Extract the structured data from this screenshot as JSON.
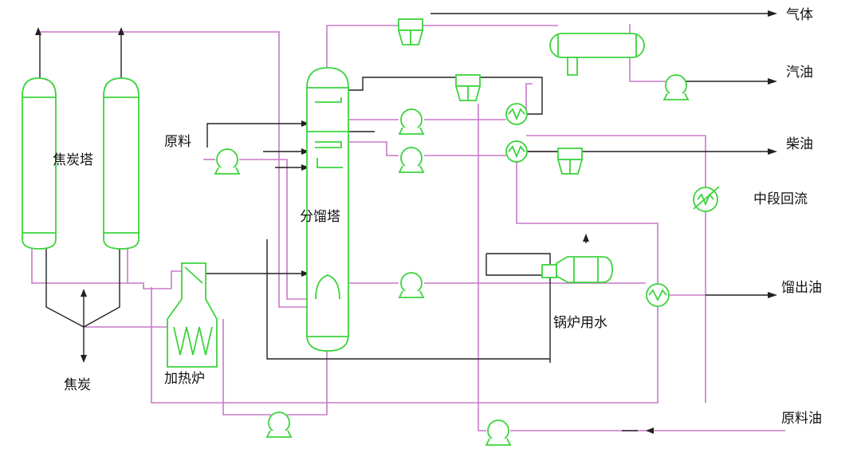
{
  "colors": {
    "equipment": "#3cd43c",
    "pipe": "#c77ac7",
    "line": "#222222",
    "text": "#111111"
  },
  "labels": {
    "coke_tower": "焦炭塔",
    "coke": "焦炭",
    "heating_furnace": "加热炉",
    "feed": "原料",
    "fractionator": "分馏塔",
    "gas": "气体",
    "gasoline": "汽油",
    "diesel": "柴油",
    "mid_reflux": "中段回流",
    "distillate_oil": "馏出油",
    "boiler_water": "锅炉用水",
    "feed_oil": "原料油"
  }
}
